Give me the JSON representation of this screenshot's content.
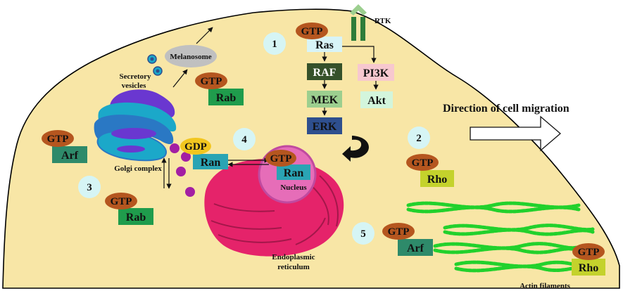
{
  "labels": {
    "rtk": "RTK",
    "melanosome": "Melanosome",
    "secretory_vesicles_1": "Secretory",
    "secretory_vesicles_2": "vesicles",
    "golgi": "Golgi complex",
    "nucleus": "Nucleus",
    "er_1": "Endoplasmic",
    "er_2": "reticulum",
    "actin": "Actin filaments",
    "migration": "Direction of cell migration"
  },
  "numbers": [
    "1",
    "2",
    "3",
    "4",
    "5"
  ],
  "pathway": {
    "gtp": "GTP",
    "ras": "Ras",
    "raf": "RAF",
    "mek": "MEK",
    "erk": "ERK",
    "pi3k": "PI3K",
    "akt": "Akt"
  },
  "gtpases": {
    "gtp": "GTP",
    "gdp": "GDP",
    "rab": "Rab",
    "arf": "Arf",
    "ran": "Ran",
    "rho": "Rho"
  },
  "colors": {
    "cell_fill": "#f8e6a6",
    "gtp_oval": "#b5561f",
    "gdp_oval": "#f2c61f",
    "rab_box": "#1f9c4c",
    "arf_box": "#2e8a6a",
    "ran_box": "#2aa4b4",
    "rho_box": "#c4d22c",
    "raf_box": "#35512a",
    "mek_box": "#9ccf8f",
    "erk_box": "#2e4f8e",
    "pi3k_box": "#f7c8cf",
    "akt_box": "#d3f5dc",
    "ras_box": "#d8f4f7",
    "number_circle": "#d6f5f5",
    "golgi_dark": "#6a37d0",
    "golgi_cyan": "#1ba8c9",
    "nucleus": "#e66db8",
    "er": "#e5236a",
    "actin": "#22d12c",
    "rtk": "#2e7d3a",
    "vesicle_dots": "#a31fa3"
  }
}
